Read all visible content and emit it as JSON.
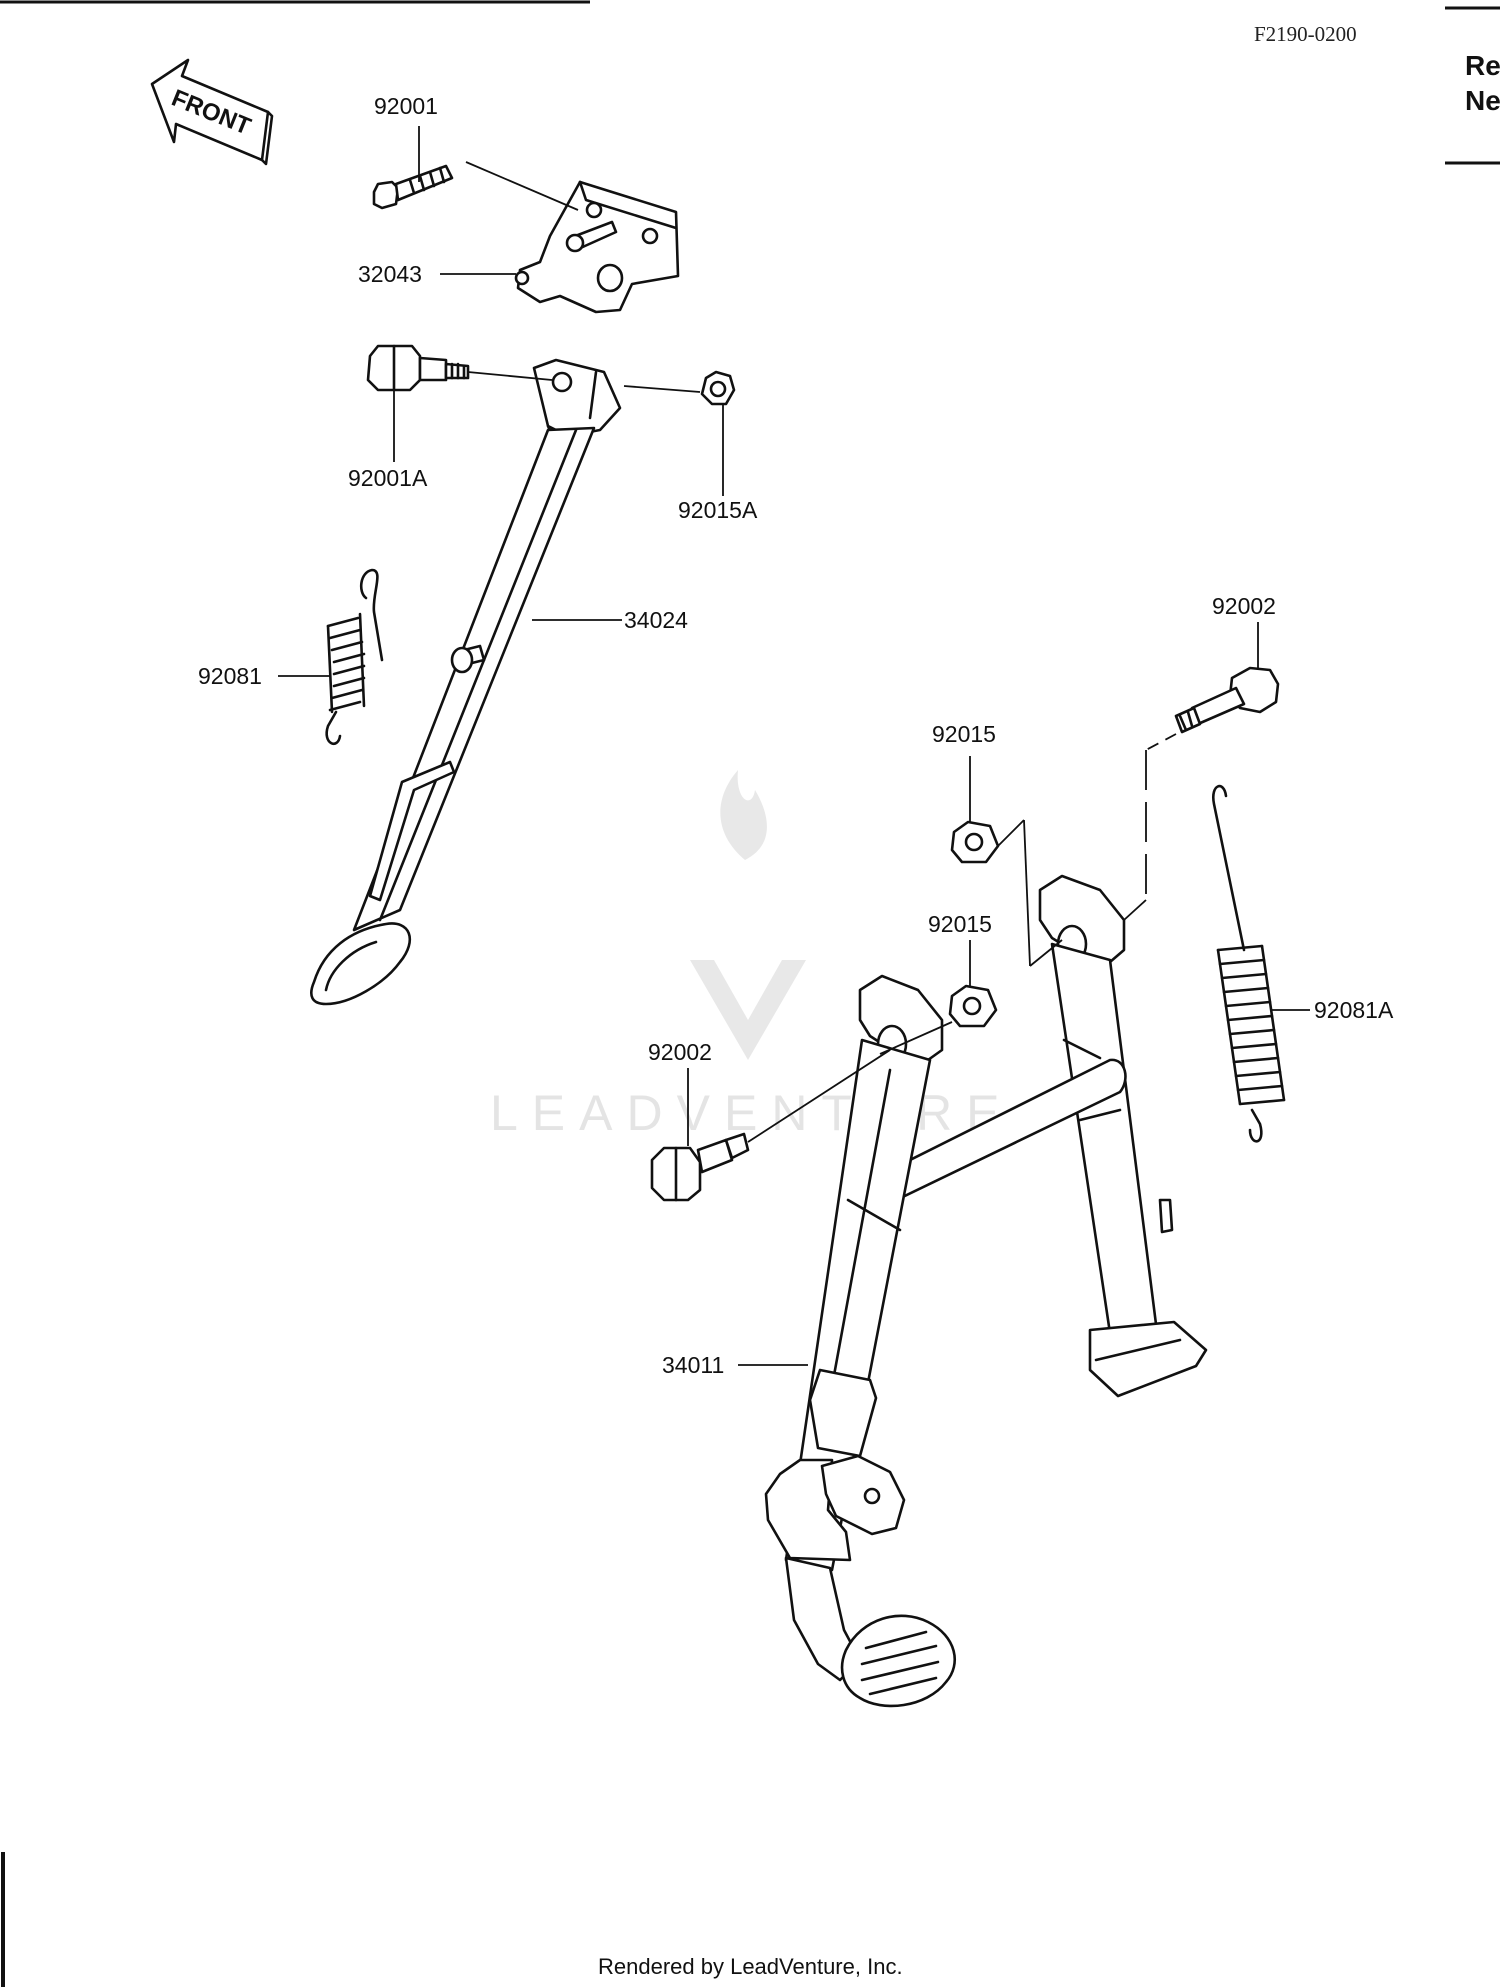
{
  "diagram": {
    "reference_code": "F2190-0200",
    "edge_text": [
      "Re",
      "Ne"
    ],
    "front_arrow_label": "FRONT",
    "watermark": "LEADVENTURE",
    "footer": "Rendered by LeadVenture, Inc.",
    "parts": [
      {
        "id": "p1",
        "number": "92001"
      },
      {
        "id": "p2",
        "number": "32043"
      },
      {
        "id": "p3",
        "number": "92001A"
      },
      {
        "id": "p4",
        "number": "92015A"
      },
      {
        "id": "p5",
        "number": "34024"
      },
      {
        "id": "p6",
        "number": "92081"
      },
      {
        "id": "p7",
        "number": "92002"
      },
      {
        "id": "p8",
        "number": "92015"
      },
      {
        "id": "p9",
        "number": "92015"
      },
      {
        "id": "p10",
        "number": "92081A"
      },
      {
        "id": "p11",
        "number": "92002"
      },
      {
        "id": "p12",
        "number": "34011"
      }
    ]
  }
}
